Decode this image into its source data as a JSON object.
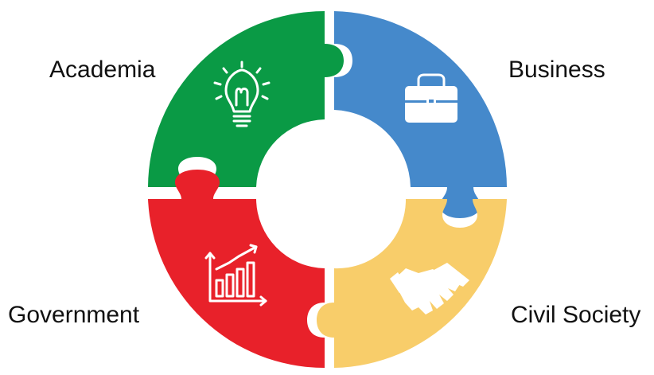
{
  "labels": {
    "academia": "Academia",
    "business": "Business",
    "government": "Government",
    "civil_society": "Civil Society"
  },
  "colors": {
    "academia": "#0a9a45",
    "business": "#4589cb",
    "government": "#e8212a",
    "civil_society": "#f8cd6a",
    "icon": "#ffffff"
  },
  "icons": {
    "academia": "lightbulb-icon",
    "business": "briefcase-icon",
    "government": "growth-chart-icon",
    "civil_society": "handshake-icon"
  }
}
